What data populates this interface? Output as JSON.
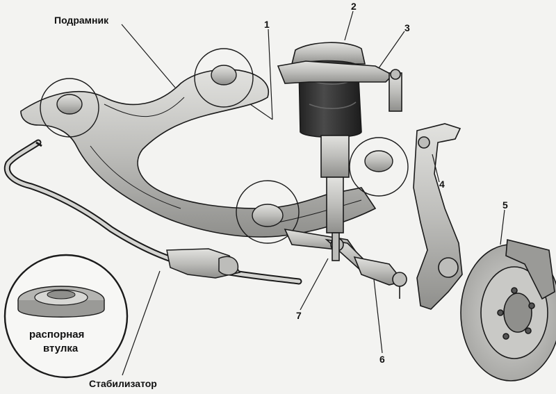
{
  "labels": {
    "subframe": "Подрамник",
    "stabilizer": "Стабилизатор",
    "spacer_bush_line1": "распорная",
    "spacer_bush_line2": "втулка",
    "n1": "1",
    "n2": "2",
    "n3": "3",
    "n4": "4",
    "n5": "5",
    "n6": "6",
    "n7": "7"
  },
  "colors": {
    "ink": "#1a1a1a",
    "part_fill": "#c9c9c6",
    "part_shade": "#9a9a97",
    "air_spring": "#3a3a3a",
    "background": "#f3f3f1"
  }
}
